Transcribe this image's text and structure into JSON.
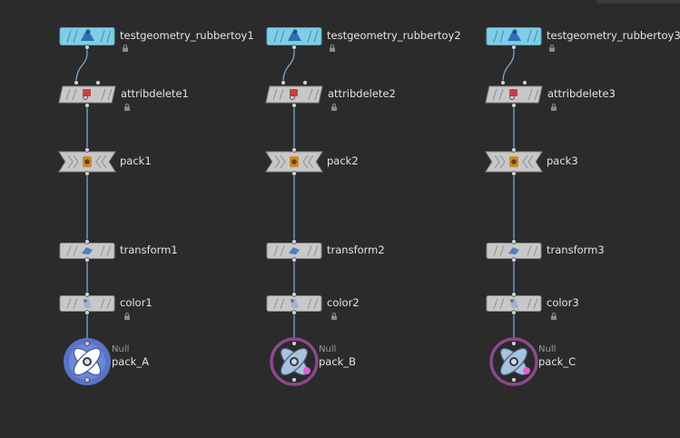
{
  "network": {
    "columns": [
      {
        "geometry": {
          "name": "testgeometry_rubbertoy1",
          "icon": "rubber-toy-icon"
        },
        "attribdelete": {
          "name": "attribdelete1",
          "icon": "attrib-delete-icon"
        },
        "pack": {
          "name": "pack1",
          "icon": "pack-icon"
        },
        "transform": {
          "name": "transform1",
          "icon": "transform-icon"
        },
        "color": {
          "name": "color1",
          "icon": "color-icon"
        },
        "null": {
          "type": "Null",
          "name": "pack_A",
          "icon": "null-icon",
          "ring_color": "#5b72c8",
          "display_flag": true
        }
      },
      {
        "geometry": {
          "name": "testgeometry_rubbertoy2",
          "icon": "rubber-toy-icon"
        },
        "attribdelete": {
          "name": "attribdelete2",
          "icon": "attrib-delete-icon"
        },
        "pack": {
          "name": "pack2",
          "icon": "pack-icon"
        },
        "transform": {
          "name": "transform2",
          "icon": "transform-icon"
        },
        "color": {
          "name": "color2",
          "icon": "color-icon"
        },
        "null": {
          "type": "Null",
          "name": "pack_B",
          "icon": "null-icon",
          "ring_color": "#8b4a8c",
          "display_flag": false
        }
      },
      {
        "geometry": {
          "name": "testgeometry_rubbertoy3",
          "icon": "rubber-toy-icon"
        },
        "attribdelete": {
          "name": "attribdelete3",
          "icon": "attrib-delete-icon"
        },
        "pack": {
          "name": "pack3",
          "icon": "pack-icon"
        },
        "transform": {
          "name": "transform3",
          "icon": "transform-icon"
        },
        "color": {
          "name": "color3",
          "icon": "color-icon"
        },
        "null": {
          "type": "Null",
          "name": "pack_C",
          "icon": "null-icon",
          "ring_color": "#8b4a8c",
          "display_flag": false
        }
      }
    ],
    "colors": {
      "background": "#2b2b2b",
      "wire": "#7ea6d8",
      "generator_node": "#7fcde6",
      "standard_node": "#c8c8c8",
      "label": "#e4e4e4"
    }
  }
}
